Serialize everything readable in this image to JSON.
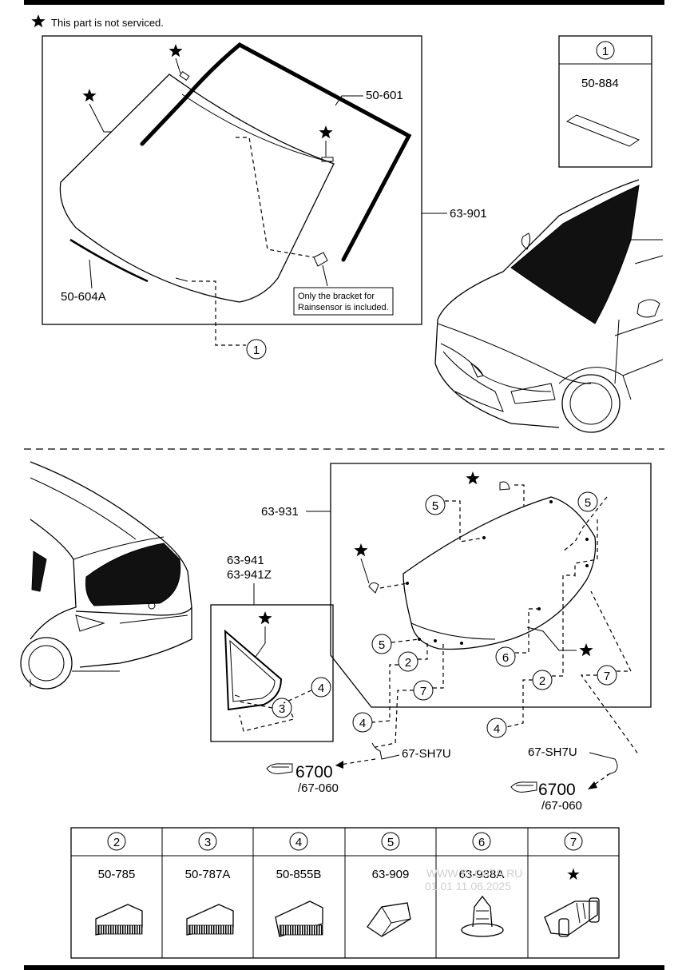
{
  "legend": {
    "star_note": "This part is not serviced."
  },
  "windshield": {
    "part_moulding": "50-601",
    "part_glass": "63-901",
    "part_cowl_seal": "50-604A",
    "bracket_note_line1": "Only the bracket for",
    "bracket_note_line2": "Rainsensor is included.",
    "callout": "1"
  },
  "detail_1": {
    "index": "1",
    "part": "50-884"
  },
  "rear": {
    "part_liftgate_glass": "63-931",
    "part_quarter_glass": "63-941",
    "part_quarter_glass_alt": "63-941Z",
    "wire_left": "67-SH7U",
    "wire_right": "67-SH7U",
    "ref_left_main": "6700",
    "ref_left_sub": "/67-060",
    "ref_right_main": "6700",
    "ref_right_sub": "/67-060",
    "callouts": {
      "c2": "2",
      "c3": "3",
      "c4": "4",
      "c5": "5",
      "c6": "6",
      "c7": "7"
    }
  },
  "parts_table": [
    {
      "index": "2",
      "part": "50-785"
    },
    {
      "index": "3",
      "part": "50-787A"
    },
    {
      "index": "4",
      "part": "50-855B"
    },
    {
      "index": "5",
      "part": "63-909"
    },
    {
      "index": "6",
      "part": "63-938A"
    },
    {
      "index": "7",
      "part": "★"
    }
  ],
  "watermark": {
    "line1": "WWW.ELCATS.RU",
    "line2": "01.01 11.06.2025"
  },
  "icons": [
    "star-icon",
    "pointing-hand-icon"
  ]
}
